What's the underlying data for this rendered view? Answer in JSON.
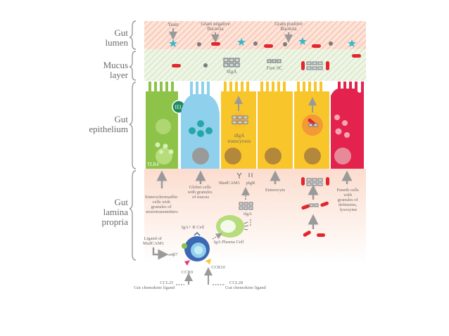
{
  "zones": {
    "lumen": [
      "Gut",
      "lumen"
    ],
    "mucus": [
      "Mucus",
      "layer"
    ],
    "epithelium": [
      "Gut",
      "epithelium"
    ],
    "lamina": [
      "Gut",
      "lamina",
      "propria"
    ]
  },
  "lumen_labels": {
    "yeast": "Yeast",
    "gram_negative": [
      "Gram negative",
      "Bacteria"
    ],
    "gram_positive": [
      "Gram positive",
      "Bacteria"
    ]
  },
  "mucus_labels": {
    "sIgA": "SIgA",
    "free_sc": "Free SC"
  },
  "cell_labels": {
    "iel": "IEL",
    "tlr4": "TLR4",
    "digA": "dIgA",
    "transcytosis": "transcytosis"
  },
  "lamina_labels": {
    "enterochromaffin": [
      "Enterochromaffin",
      "cells with",
      "granules of",
      "neurotransmitters"
    ],
    "goblet": [
      "Globet cells",
      "with granules",
      "of mucus"
    ],
    "madcam1": "MadCAM1",
    "pigr": "pIgR",
    "enterocyte": "Enterocyte",
    "paneth": [
      "Paneth cells",
      "with",
      "granules of",
      "defensins,",
      "lysozyme"
    ],
    "iiga": "iIgA",
    "iga_b_cell": "IgA+ B Cell",
    "iga_plasma_cell": "IgA Plasma Cell",
    "ligand_madcam1": [
      "Ligand of",
      "MadCAM1"
    ],
    "a4b7": "α4β7",
    "ccr9": "CCR9",
    "ccr10": "CCR10",
    "ccl25": [
      "CCL25",
      "Gut chemokine ligand"
    ],
    "ccl28": [
      "CCL28",
      "Gut chemokine ligand"
    ]
  },
  "colors": {
    "lumen_bg": "#f8c9b6",
    "mucus_bg": "#d8e8c4",
    "lamina_bg": "#fbd9c9",
    "enterochromaffin": "#8ec34a",
    "goblet": "#8fd0ec",
    "enterocyte": "#f8c62a",
    "paneth": "#e3234d",
    "iel": "#1f8a5f",
    "bacteria_red": "#e2262d",
    "star": "#37b7c8",
    "arrow": "#9a9a9a"
  }
}
